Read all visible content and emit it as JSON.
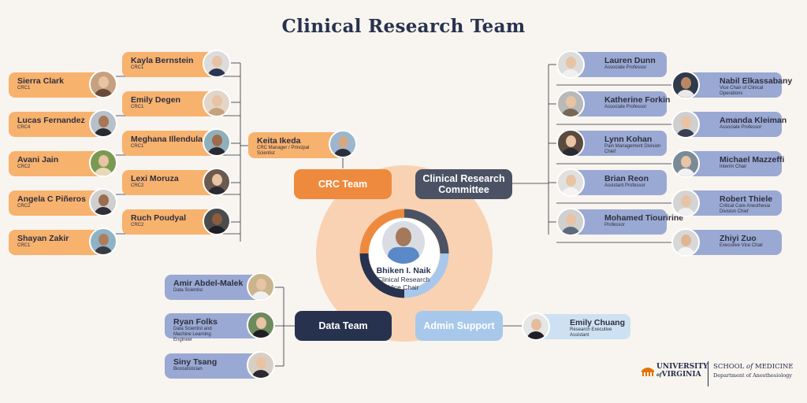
{
  "title": "Clinical Research Team",
  "center": {
    "name": "Bhiken I. Naik",
    "role_line1": "Clinical Research",
    "role_line2": "Vice Chair"
  },
  "departments": {
    "crc": "CRC Team",
    "committee_line1": "Clinical Research",
    "committee_line2": "Committee",
    "data": "Data Team",
    "admin": "Admin Support"
  },
  "crc_left": [
    {
      "name": "Sierra Clark",
      "role": "CRC1"
    },
    {
      "name": "Lucas Fernandez",
      "role": "CRC4"
    },
    {
      "name": "Avani Jain",
      "role": "CRC2"
    },
    {
      "name": "Angela C Piñeros",
      "role": "CRC2"
    },
    {
      "name": "Shayan Zakir",
      "role": "CRC1"
    }
  ],
  "crc_right": [
    {
      "name": "Kayla Bernstein",
      "role": "CRC1"
    },
    {
      "name": "Emily Degen",
      "role": "CRC1"
    },
    {
      "name": "Meghana Illendula",
      "role": "CRC1"
    },
    {
      "name": "Lexi Moruza",
      "role": "CRC2"
    },
    {
      "name": "Ruch Poudyal",
      "role": "CRC2"
    }
  ],
  "crc_manager": {
    "name": "Keita Ikeda",
    "role": "CRC Manager / Principal Scientist"
  },
  "committee_left": [
    {
      "name": "Lauren Dunn",
      "role": "Associate Professor"
    },
    {
      "name": "Katherine Forkin",
      "role": "Associate Professor"
    },
    {
      "name": "Lynn Kohan",
      "role": "Pain Management Division Chief"
    },
    {
      "name": "Brian Reon",
      "role": "Assistant Professor"
    },
    {
      "name": "Mohamed Tiouririne",
      "role": "Professor"
    }
  ],
  "committee_right": [
    {
      "name": "Nabil Elkassabany",
      "role": "Vice Chair of Clinical Operations"
    },
    {
      "name": "Amanda Kleiman",
      "role": "Associate Professor"
    },
    {
      "name": "Michael Mazzeffi",
      "role": "Interim Chair"
    },
    {
      "name": "Robert Thiele",
      "role": "Critical Care Anesthesia Division Chief"
    },
    {
      "name": "Zhiyi Zuo",
      "role": "Executive Vice Chair"
    }
  ],
  "data_team": [
    {
      "name": "Amir Abdel-Malek",
      "role": "Data Scientist"
    },
    {
      "name": "Ryan Folks",
      "role": "Data Scientist and Machine Learning Engineer"
    },
    {
      "name": "Siny Tsang",
      "role": "Biostatistician"
    }
  ],
  "admin": {
    "name": "Emily Chuang",
    "role": "Research Executive Assistant"
  },
  "logo": {
    "uva_line1": "UNIVERSITY",
    "uva_of": "of",
    "uva_line2": "VIRGINIA",
    "school_a": "SCHOOL",
    "school_of": "of",
    "school_b": "MEDICINE",
    "department": "Department of Anesthesiology"
  },
  "colors": {
    "navy": "#27324f",
    "orange": "#f7b26e",
    "orange_dark": "#ee8a3e",
    "slate": "#4a5264",
    "blue": "#9aa9d3",
    "light_blue": "#a7c8ea",
    "peach": "#f9d2b3"
  }
}
